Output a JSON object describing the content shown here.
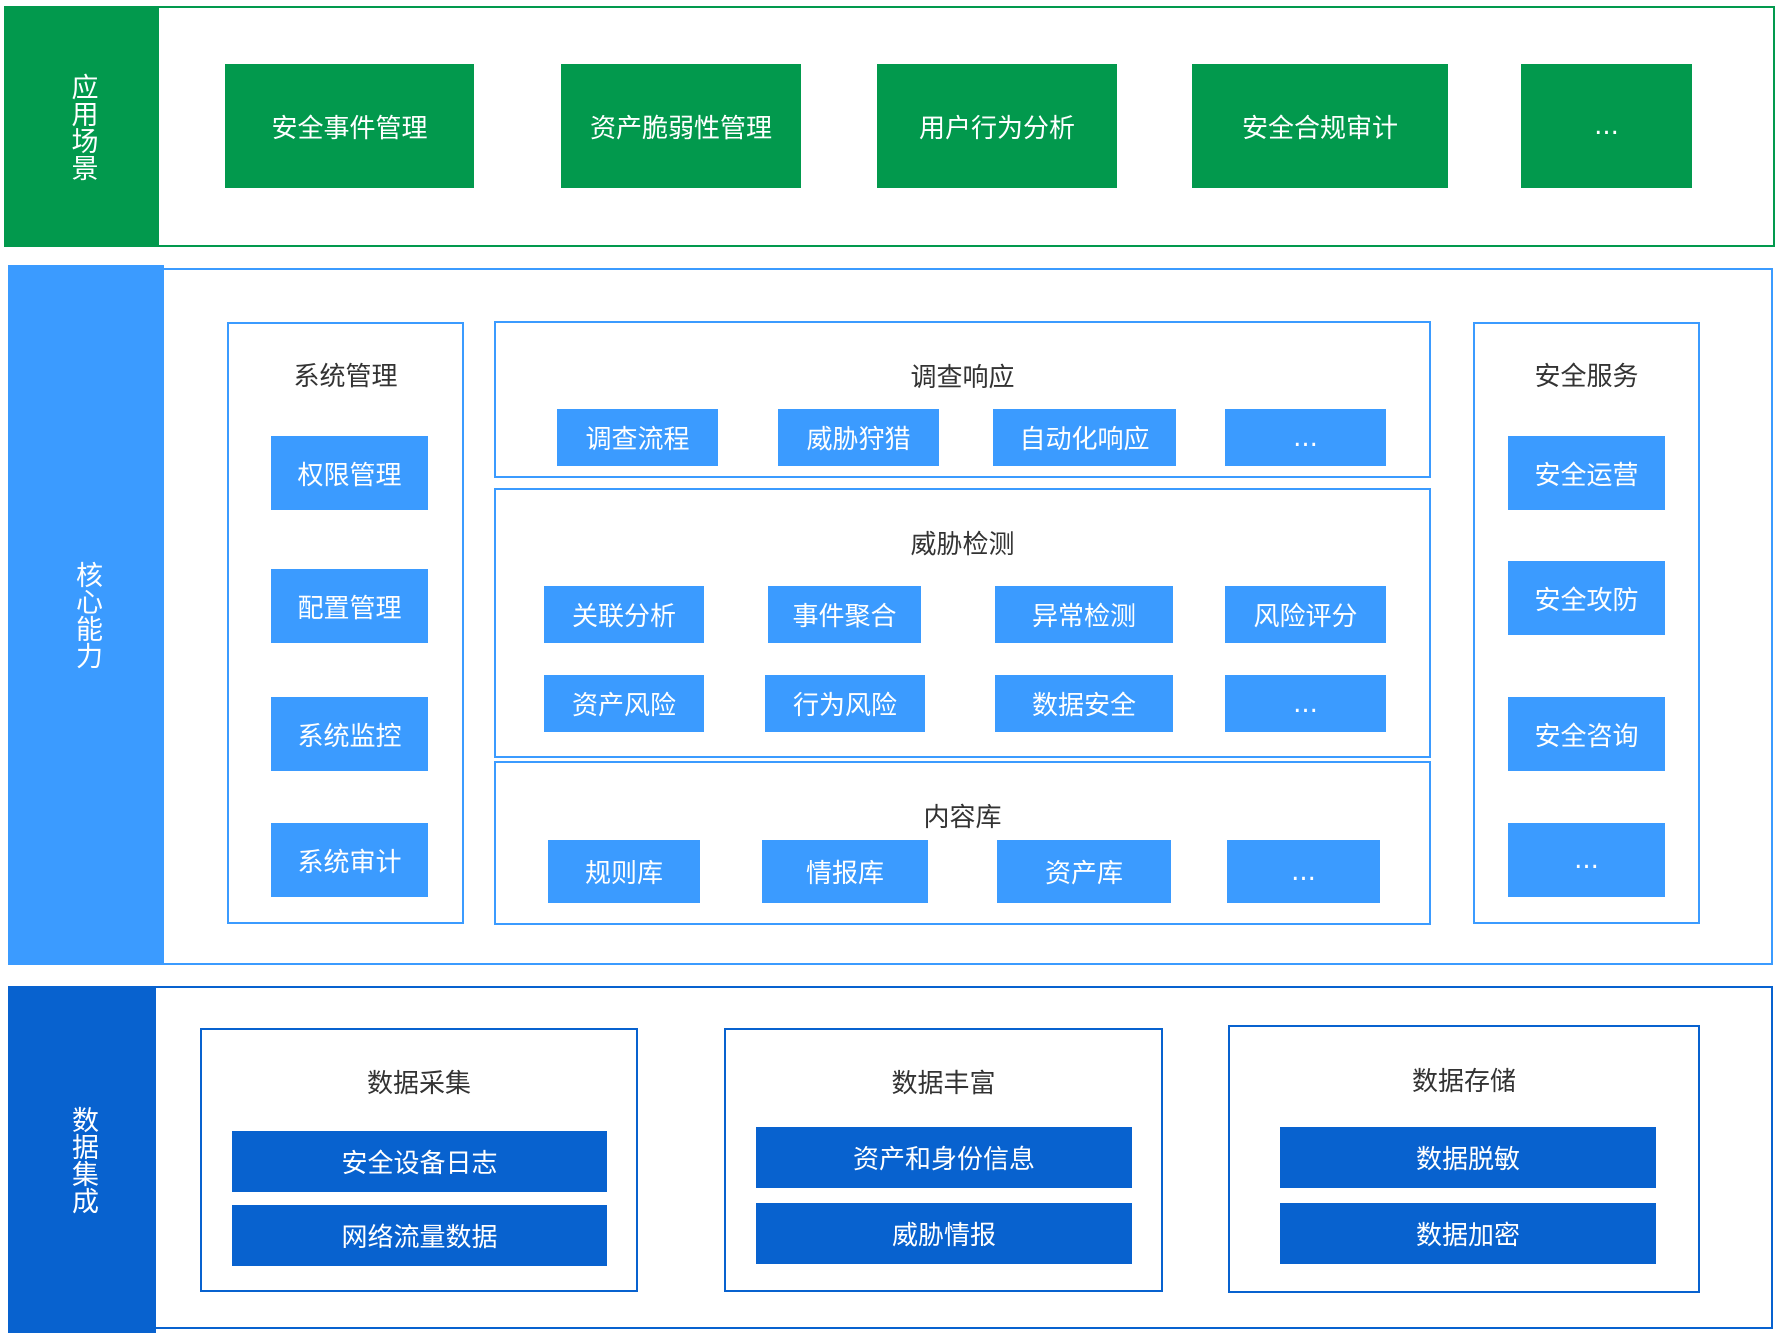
{
  "layers": {
    "application": {
      "label": "应用场景",
      "items": [
        "安全事件管理",
        "资产脆弱性管理",
        "用户行为分析",
        "安全合规审计",
        "..."
      ]
    },
    "core": {
      "label": "核心能力",
      "system_mgmt": {
        "title": "系统管理",
        "items": [
          "权限管理",
          "配置管理",
          "系统监控",
          "系统审计"
        ]
      },
      "investigation": {
        "title": "调查响应",
        "items": [
          "调查流程",
          "威胁狩猎",
          "自动化响应",
          "..."
        ]
      },
      "threat_detection": {
        "title": "威胁检测",
        "items": [
          "关联分析",
          "事件聚合",
          "异常检测",
          "风险评分",
          "资产风险",
          "行为风险",
          "数据安全",
          "..."
        ]
      },
      "content_library": {
        "title": "内容库",
        "items": [
          "规则库",
          "情报库",
          "资产库",
          "..."
        ]
      },
      "security_services": {
        "title": "安全服务",
        "items": [
          "安全运营",
          "安全攻防",
          "安全咨询",
          "..."
        ]
      }
    },
    "data": {
      "label": "数据集成",
      "collection": {
        "title": "数据采集",
        "items": [
          "安全设备日志",
          "网络流量数据"
        ]
      },
      "enrichment": {
        "title": "数据丰富",
        "items": [
          "资产和身份信息",
          "威胁情报"
        ]
      },
      "storage": {
        "title": "数据存储",
        "items": [
          "数据脱敏",
          "数据加密"
        ]
      }
    }
  },
  "colors": {
    "green": "#02994d",
    "light_blue": "#3b9bff",
    "dark_blue": "#0862cf"
  }
}
